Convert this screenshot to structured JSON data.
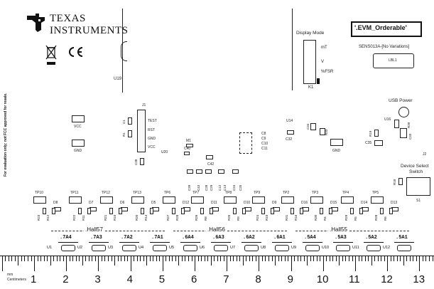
{
  "logo": {
    "line1": "Texas",
    "line2": "Instruments"
  },
  "side_note": "For evaluation only; not FCC approved for resale.",
  "display_mode": {
    "title": "Display Mode",
    "options": [
      "mT",
      "V",
      "%FSR"
    ],
    "ref": "K1"
  },
  "evm_box": {
    "label": "'.EVM_Orderable'"
  },
  "variant": "SENS013A-[No Variations]",
  "lbl_box": "LBL1",
  "usb_power": "USB Power",
  "device_select": {
    "line1": "Device Select",
    "line2": "Switch",
    "ref": "S1"
  },
  "header": {
    "ref": "J1",
    "pins": [
      "TEST",
      "RST",
      "GND",
      "VCC"
    ]
  },
  "pads": {
    "vcc": "VCC",
    "gnd": "GND",
    "gnd2": "GND"
  },
  "refs": {
    "u19": "U19",
    "u20": "U20",
    "u14": "U14",
    "u16": "U16",
    "m1": "M1",
    "c40": "C40",
    "c42": "C42",
    "c1": "C1",
    "r1": "R1",
    "c38": "C38",
    "c8": "C8",
    "c9": "C9",
    "c10": "C10",
    "c11": "C11",
    "c32": "C32",
    "c34": "C34",
    "r33": "R33",
    "r19": "R19",
    "c35": "C35",
    "c33": "C33",
    "r39": "R39",
    "j2": "J2",
    "r18": "R18",
    "c39": "C39",
    "c43": "C43",
    "c28": "C28",
    "c29": "C29",
    "c12": "C12",
    "c13": "C13",
    "c24": "C24",
    "c25": "C25"
  },
  "test_points": [
    "TP10",
    "TP11",
    "TP12",
    "TP13",
    "TP6",
    "TP7",
    "TP8",
    "TP9",
    "TP2",
    "TP3",
    "TP4",
    "TP5"
  ],
  "diodes": [
    "D8",
    "D7",
    "D6",
    "D5",
    "D12",
    "D11",
    "D10",
    "D9",
    "D16",
    "D15",
    "D14",
    "D13"
  ],
  "resistor_pairs": [
    [
      "R23",
      "R12"
    ],
    [
      "R22",
      "R11"
    ],
    [
      "R21",
      "R10"
    ],
    [
      "R20",
      "R14"
    ],
    [
      "R27",
      "R28"
    ],
    [
      "R26",
      "R8"
    ],
    [
      "R25",
      "R9"
    ],
    [
      "R24",
      "R10"
    ],
    [
      "R31",
      "R16"
    ],
    [
      "R30",
      "R4"
    ],
    [
      "R29",
      "R5"
    ],
    [
      "R28",
      "R6"
    ]
  ],
  "hall_groups": [
    {
      "label": ".Hall57",
      "chips": [
        {
          "code": ".7A4",
          "ref": "U1"
        },
        {
          "code": ".7A3",
          "ref": "U2"
        },
        {
          "code": ".7A2",
          "ref": "U3"
        },
        {
          "code": ".7A1",
          "ref": "U4"
        }
      ]
    },
    {
      "label": ".Hall56",
      "chips": [
        {
          "code": ".6A4",
          "ref": "U5"
        },
        {
          "code": ".6A3",
          "ref": "U6"
        },
        {
          "code": ".6A2",
          "ref": "U7"
        },
        {
          "code": ".6A1",
          "ref": "U8"
        }
      ]
    },
    {
      "label": ".Hall55",
      "chips": [
        {
          "code": ".5A4",
          "ref": "U9"
        },
        {
          "code": ".5A3",
          "ref": "U10"
        },
        {
          "code": ".5A2",
          "ref": "U11"
        },
        {
          "code": ".5A1",
          "ref": "U12"
        }
      ]
    }
  ],
  "ruler": {
    "unit_top": "mm",
    "unit_bottom": "Centimeters",
    "numbers": [
      "1",
      "2",
      "3",
      "4",
      "5",
      "6",
      "7",
      "8",
      "9",
      "10",
      "11",
      "12",
      "13"
    ]
  }
}
